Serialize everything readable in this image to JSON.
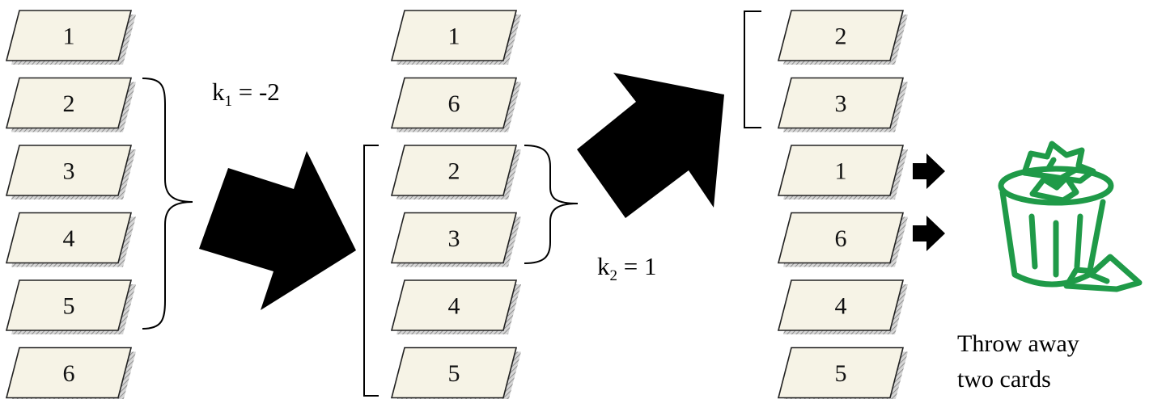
{
  "columns": [
    {
      "id": "initial",
      "cards": [
        "1",
        "2",
        "3",
        "4",
        "5",
        "6"
      ]
    },
    {
      "id": "after-first-cut",
      "cards": [
        "1",
        "6",
        "2",
        "3",
        "4",
        "5"
      ]
    },
    {
      "id": "after-second-cut",
      "cards": [
        "2",
        "3",
        "1",
        "6",
        "4",
        "5"
      ]
    }
  ],
  "labels": {
    "k1": {
      "var": "k",
      "sub": "1",
      "rest": " = -2"
    },
    "k2": {
      "var": "k",
      "sub": "2",
      "rest": " = 1"
    }
  },
  "caption": {
    "line1": "Throw away",
    "line2": "two cards"
  },
  "icons": {
    "discard": "trash-can-icon",
    "arrows": "block-arrow-icon"
  },
  "colors": {
    "card_fill": "#f6f3e6",
    "card_shadow": "#9a9a9a",
    "trash": "#1f9a48",
    "arrow": "#000000"
  }
}
